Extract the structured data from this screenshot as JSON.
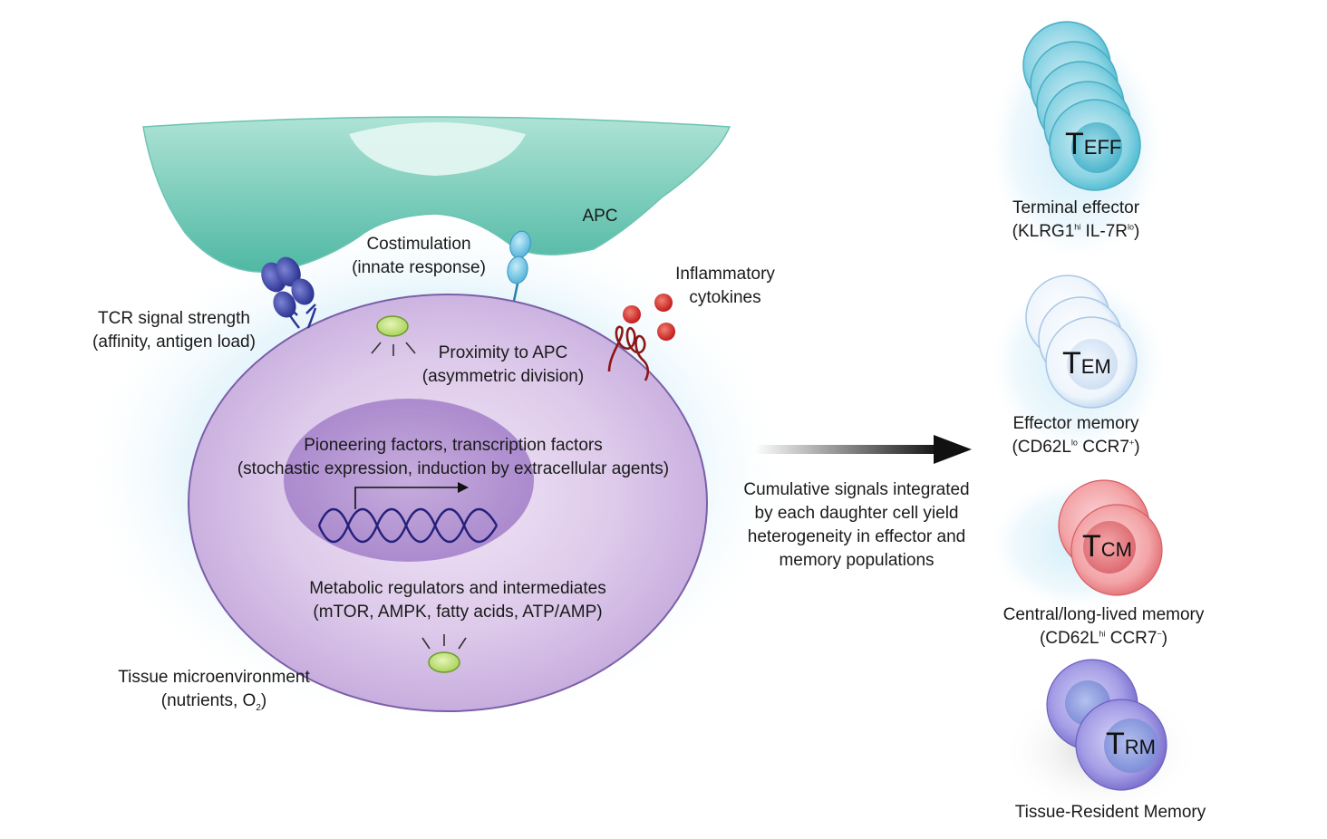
{
  "apc": {
    "label": "APC"
  },
  "inputs": {
    "costimulation": {
      "line1": "Costimulation",
      "line2": "(innate response)"
    },
    "tcr": {
      "line1": "TCR signal strength",
      "line2": "(affinity, antigen load)"
    },
    "cytokines": {
      "line1": "Inflammatory",
      "line2": "cytokines"
    },
    "proximity": {
      "line1": "Proximity to APC",
      "line2": "(asymmetric division)"
    },
    "transcription": {
      "line1": "Pioneering factors, transcription factors",
      "line2": "(stochastic expression, induction by extracellular agents)"
    },
    "metabolic": {
      "line1": "Metabolic regulators and intermediates",
      "line2": "(mTOR, AMPK, fatty acids, ATP/AMP)"
    },
    "tissue": {
      "line1": "Tissue microenvironment",
      "line2": "(nutrients, O",
      "line2_sub": "2",
      "line2_end": ")"
    }
  },
  "outcome": {
    "line1": "Cumulative signals integrated",
    "line2": "by each daughter cell yield",
    "line3": "heterogeneity in effector and",
    "line4": "memory populations"
  },
  "subsets": [
    {
      "letter": "T",
      "subscript": "EFF",
      "name": "Terminal effector",
      "marker_a": "(KLRG1",
      "marker_a_sup": "hi",
      "marker_b": " IL-7R",
      "marker_b_sup": "lo",
      "marker_end": ")",
      "color": "#5cc2d6"
    },
    {
      "letter": "T",
      "subscript": "EM",
      "name": "Effector memory",
      "marker_a": "(CD62L",
      "marker_a_sup": "lo",
      "marker_b": " CCR7",
      "marker_b_sup": "+",
      "marker_end": ")",
      "color": "#e8f2fb"
    },
    {
      "letter": "T",
      "subscript": "CM",
      "name": "Central/long-lived memory",
      "marker_a": "(CD62L",
      "marker_a_sup": "hi",
      "marker_b": " CCR7",
      "marker_b_sup": "−",
      "marker_end": ")",
      "color": "#ef8a8e"
    },
    {
      "letter": "T",
      "subscript": "RM",
      "name": "Tissue-Resident Memory",
      "color": "#8f87d9"
    }
  ]
}
